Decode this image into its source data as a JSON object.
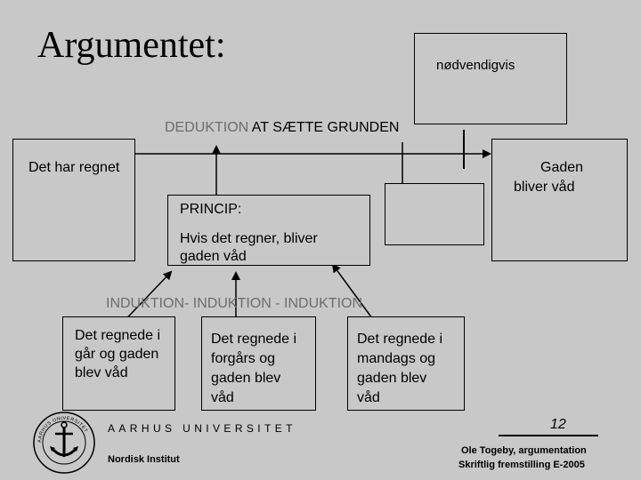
{
  "title": "Argumentet:",
  "necessary_box": {
    "label": "nødvendigvis"
  },
  "deduction_line": {
    "word1": "DEDUKTION",
    "rest": "AT SÆTTE GRUNDEN"
  },
  "left_box": {
    "label": "Det har regnet"
  },
  "right_box": {
    "line1": "Gaden",
    "line2": "bliver våd"
  },
  "principle": {
    "heading": "PRINCIP:",
    "line1": "Hvis det regner, bliver",
    "line2": "gaden våd"
  },
  "induction_line": {
    "word1": "INDUKTION-",
    "word2": "INDUKTION",
    "rest": "- INDUKTION"
  },
  "observations": [
    {
      "line1": "Det regnede i",
      "line2": "går og gaden",
      "line3": "blev våd"
    },
    {
      "line1": "Det regnede i",
      "line2": "forgårs og",
      "line3": "gaden blev",
      "line4": "våd"
    },
    {
      "line1": "Det regnede i",
      "line2": "mandags og",
      "line3": "gaden blev",
      "line4": "våd"
    }
  ],
  "footer": {
    "university": "AARHUS UNIVERSITET",
    "institute": "Nordisk Institut",
    "page_number": "12",
    "author": "Ole Togeby, argumentation",
    "source": "Skriftlig fremstilling E-2005",
    "logo_text": "AARHUS UNIVERSITET"
  },
  "colors": {
    "background": "#c8c8c8",
    "faint_text": "#6d6d6d",
    "accent": "#000000"
  }
}
